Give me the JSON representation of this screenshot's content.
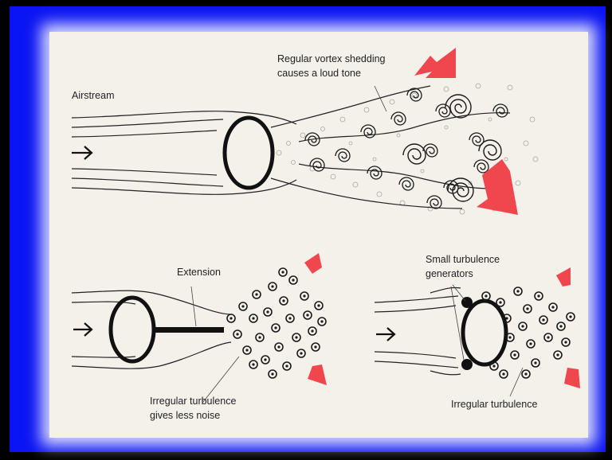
{
  "colors": {
    "frame": "#0b14f2",
    "paper": "#f4f1ea",
    "arrow": "#f0474f",
    "ink": "#1a1a1a"
  },
  "labels": {
    "airstream": "Airstream",
    "vortex_line1": "Regular vortex shedding",
    "vortex_line2": "causes a loud tone",
    "extension": "Extension",
    "irregular_less_line1": "Irregular turbulence",
    "irregular_less_line2": "gives less noise",
    "small_gen_line1": "Small turbulence",
    "small_gen_line2": "generators",
    "irregular": "Irregular turbulence"
  },
  "icons": [
    "flow-arrow-icon",
    "sound-arrow-icon"
  ]
}
